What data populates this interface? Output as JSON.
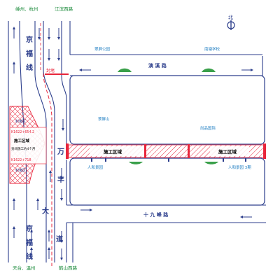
{
  "compass": {
    "north": "北"
  },
  "destinations": {
    "top_left": "嵊州、杭州",
    "top_right": "江滨西路",
    "bottom_left": "天台、温州",
    "bottom_right": "鹤山西路"
  },
  "roads": {
    "expressway_vertical": [
      "京",
      "福",
      "线"
    ],
    "expressway_vertical_bottom": [
      "京",
      "福",
      "线"
    ],
    "wanfeng": [
      "万",
      "丰",
      "大",
      "道"
    ],
    "yanxi": "演 溪 路",
    "shijiufeng": "十 九 峰 路"
  },
  "areas": {
    "cuiping_park": "翠屏公园",
    "nanchang_school": "南塘学校",
    "cuiping_mountain": "翠屏山",
    "shangpin_international": "尚品国际",
    "renhe_garden": "人和景园",
    "renhe_garden_3": "人和景园\n3期",
    "work_zone_left": "施工区域",
    "work_zone_right": "施工区域"
  },
  "closure": {
    "label_top": "封堵区",
    "stake_1": "K1622+654.2",
    "zone_label": "施工区域",
    "zone_sub": "封闭施工约4个月",
    "stake_2": "K1622+718",
    "label_bottom": "封堵区",
    "road_closed": "封堵"
  },
  "colors": {
    "road": "#2c3e8c",
    "closure": "#e8253b",
    "label": "#1f7ec2",
    "dest": "#1a8a3a",
    "hatch": "#e8253b"
  }
}
